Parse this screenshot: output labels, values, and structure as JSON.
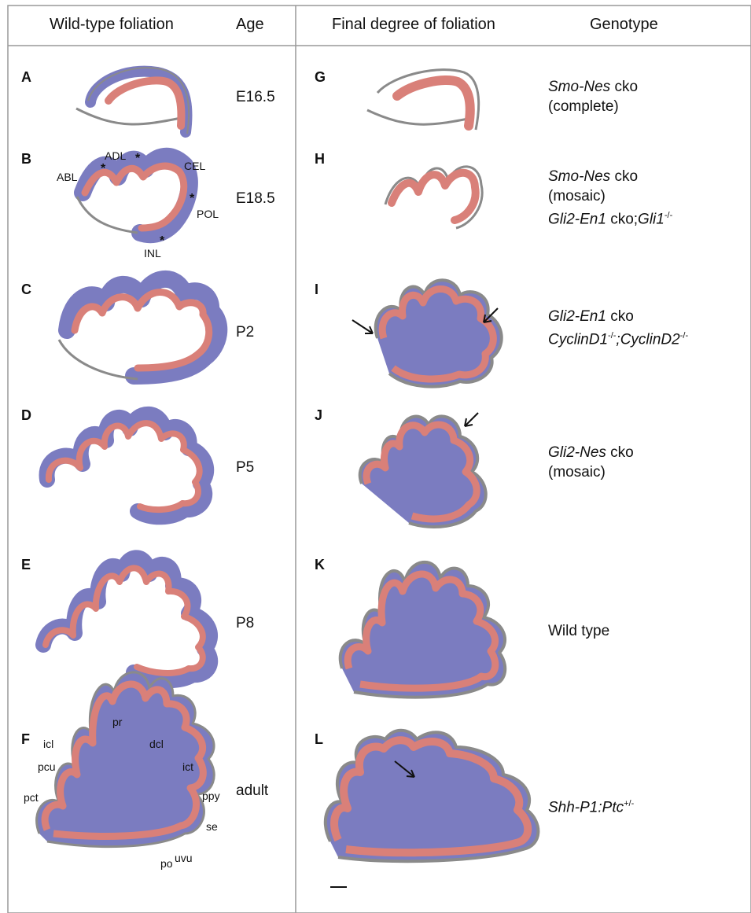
{
  "headers": {
    "col1": "Wild-type foliation",
    "col2": "Age",
    "col3": "Final degree of foliation",
    "col4": "Genotype"
  },
  "left_panels": [
    {
      "letter": "A",
      "age": "E16.5"
    },
    {
      "letter": "B",
      "age": "E18.5"
    },
    {
      "letter": "C",
      "age": "P2"
    },
    {
      "letter": "D",
      "age": "P5"
    },
    {
      "letter": "E",
      "age": "P8"
    },
    {
      "letter": "F",
      "age": "adult"
    }
  ],
  "right_panels": [
    {
      "letter": "G",
      "lines": [
        {
          "italic": "Smo-Nes",
          "rest": " cko"
        },
        {
          "italic": "",
          "rest": "(complete)"
        }
      ]
    },
    {
      "letter": "H",
      "lines": [
        {
          "italic": "Smo-Nes",
          "rest": " cko"
        },
        {
          "italic": "",
          "rest": "(mosaic)"
        }
      ]
    },
    {
      "letter": "I",
      "lines": [
        {
          "italic": "Gli2-En1",
          "rest": " cko"
        }
      ]
    },
    {
      "letter": "J",
      "lines": [
        {
          "italic": "Gli2-Nes",
          "rest": " cko"
        },
        {
          "italic": "",
          "rest": "(mosaic)"
        }
      ]
    },
    {
      "letter": "K",
      "lines": [
        {
          "italic": "",
          "rest": "Wild type"
        }
      ]
    },
    {
      "letter": "L",
      "lines": []
    }
  ],
  "genotype_extras": {
    "h_line3_a": "Gli2-En1",
    "h_line3_b": " cko;",
    "h_line3_c": "Gli1",
    "h_line3_sup": "-/-",
    "i_line2_a": "CyclinD1",
    "i_line2_sup1": "-/-",
    "i_line2_b": ";CyclinD2",
    "i_line2_sup2": "-/-",
    "l_line1": "Shh-P1:Ptc",
    "l_line1_sup": "+/-"
  },
  "lobule_labels_B": {
    "abl": "ABL",
    "adl": "ADL",
    "cel": "CEL",
    "pol": "POL",
    "inl": "INL"
  },
  "lobule_labels_F": {
    "pr": "pr",
    "icl": "icl",
    "dcl": "dcl",
    "pcu": "pcu",
    "ict": "ict",
    "pct": "pct",
    "ppy": "ppy",
    "se": "se",
    "po": "po",
    "uvu": "uvu"
  },
  "colors": {
    "purple": "#7b7cc0",
    "pink": "#d98079",
    "gray": "#8a8a8a",
    "border": "#999999"
  }
}
